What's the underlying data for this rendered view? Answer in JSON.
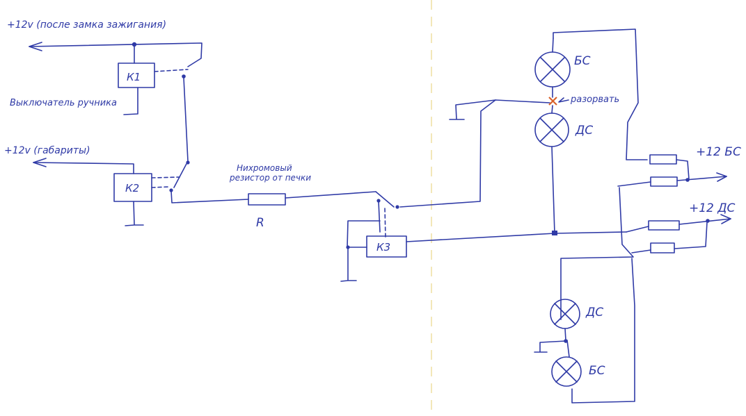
{
  "labels": {
    "ignition": "+12v (после замка зажигания)",
    "handbrake": "Выключатель ручника",
    "parking": "+12v (габариты)",
    "nichrome_line1": "Нихромовый",
    "nichrome_line2": "резистор от печки",
    "resistor": "R",
    "k1": "К1",
    "k2": "К2",
    "k3": "К3",
    "bs_top": "БС",
    "break_note": "разорвать",
    "ds_top": "ДС",
    "plus12_bs": "+12 БС",
    "plus12_ds": "+12 ДС",
    "ds_bottom": "ДС",
    "bs_bottom": "БС"
  },
  "colors": {
    "ink": "#2f3aa6",
    "break_mark": "#d9622b",
    "fold": "#f3e7b8"
  }
}
